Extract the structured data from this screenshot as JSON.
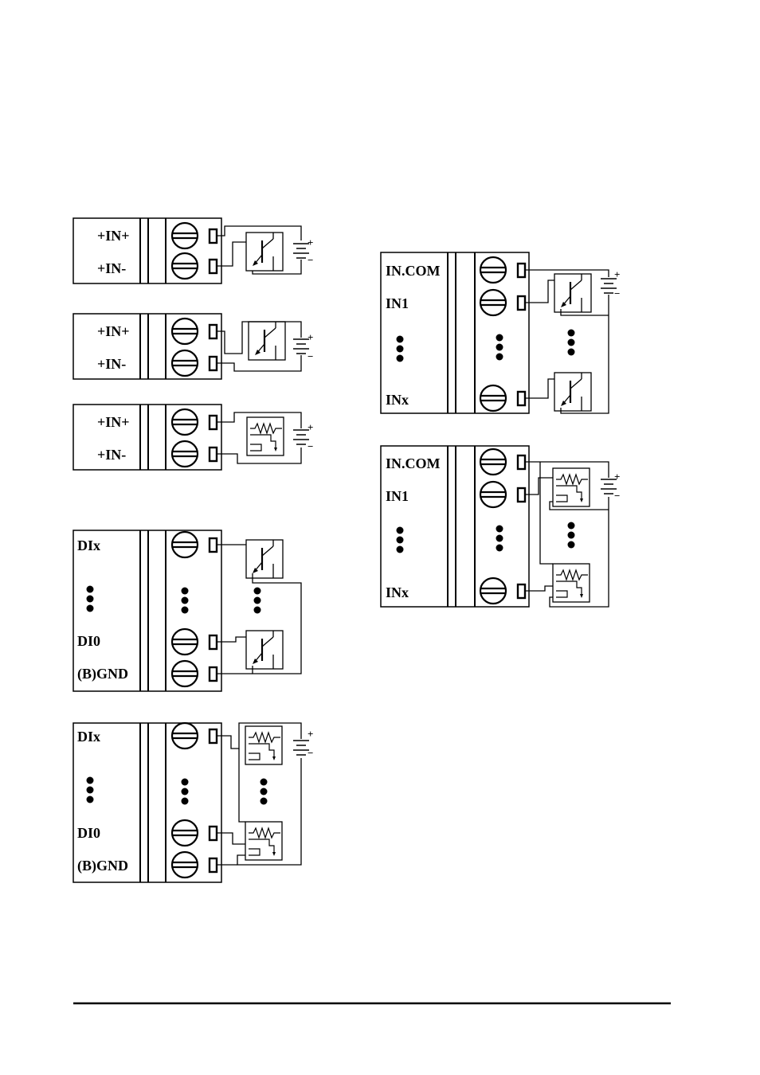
{
  "diagrams": [
    {
      "id": "block-1",
      "labels": [
        "+IN+",
        "+IN-"
      ],
      "device": "transistor",
      "source": true,
      "source_labels": [
        "+",
        "−"
      ]
    },
    {
      "id": "block-2",
      "labels": [
        "+IN+",
        "+IN-"
      ],
      "device": "transistor",
      "source": true,
      "source_labels": [
        "+",
        "−"
      ]
    },
    {
      "id": "block-3",
      "labels": [
        "+IN+",
        "+IN-"
      ],
      "device": "photocoupler",
      "source": true,
      "source_labels": [
        "+",
        "−"
      ]
    },
    {
      "id": "block-4",
      "labels": [
        "DIx",
        "DI0",
        "(B)GND"
      ],
      "device": "transistor",
      "source": false
    },
    {
      "id": "block-5",
      "labels": [
        "DIx",
        "DI0",
        "(B)GND"
      ],
      "device": "photocoupler",
      "source": true,
      "source_labels": [
        "+",
        "−"
      ]
    },
    {
      "id": "block-6",
      "labels": [
        "IN.COM",
        "IN1",
        "INx"
      ],
      "device": "transistor",
      "source": true,
      "source_labels": [
        "+",
        "−"
      ]
    },
    {
      "id": "block-7",
      "labels": [
        "IN.COM",
        "IN1",
        "INx"
      ],
      "device": "photocoupler",
      "source": true,
      "source_labels": [
        "+",
        "−"
      ]
    }
  ],
  "colors": {
    "ink": "#000000",
    "paper": "#ffffff"
  },
  "icons": [
    "screw-terminal-icon",
    "transistor-icon",
    "photocoupler-icon",
    "battery-icon",
    "continuation-dots-icon"
  ]
}
